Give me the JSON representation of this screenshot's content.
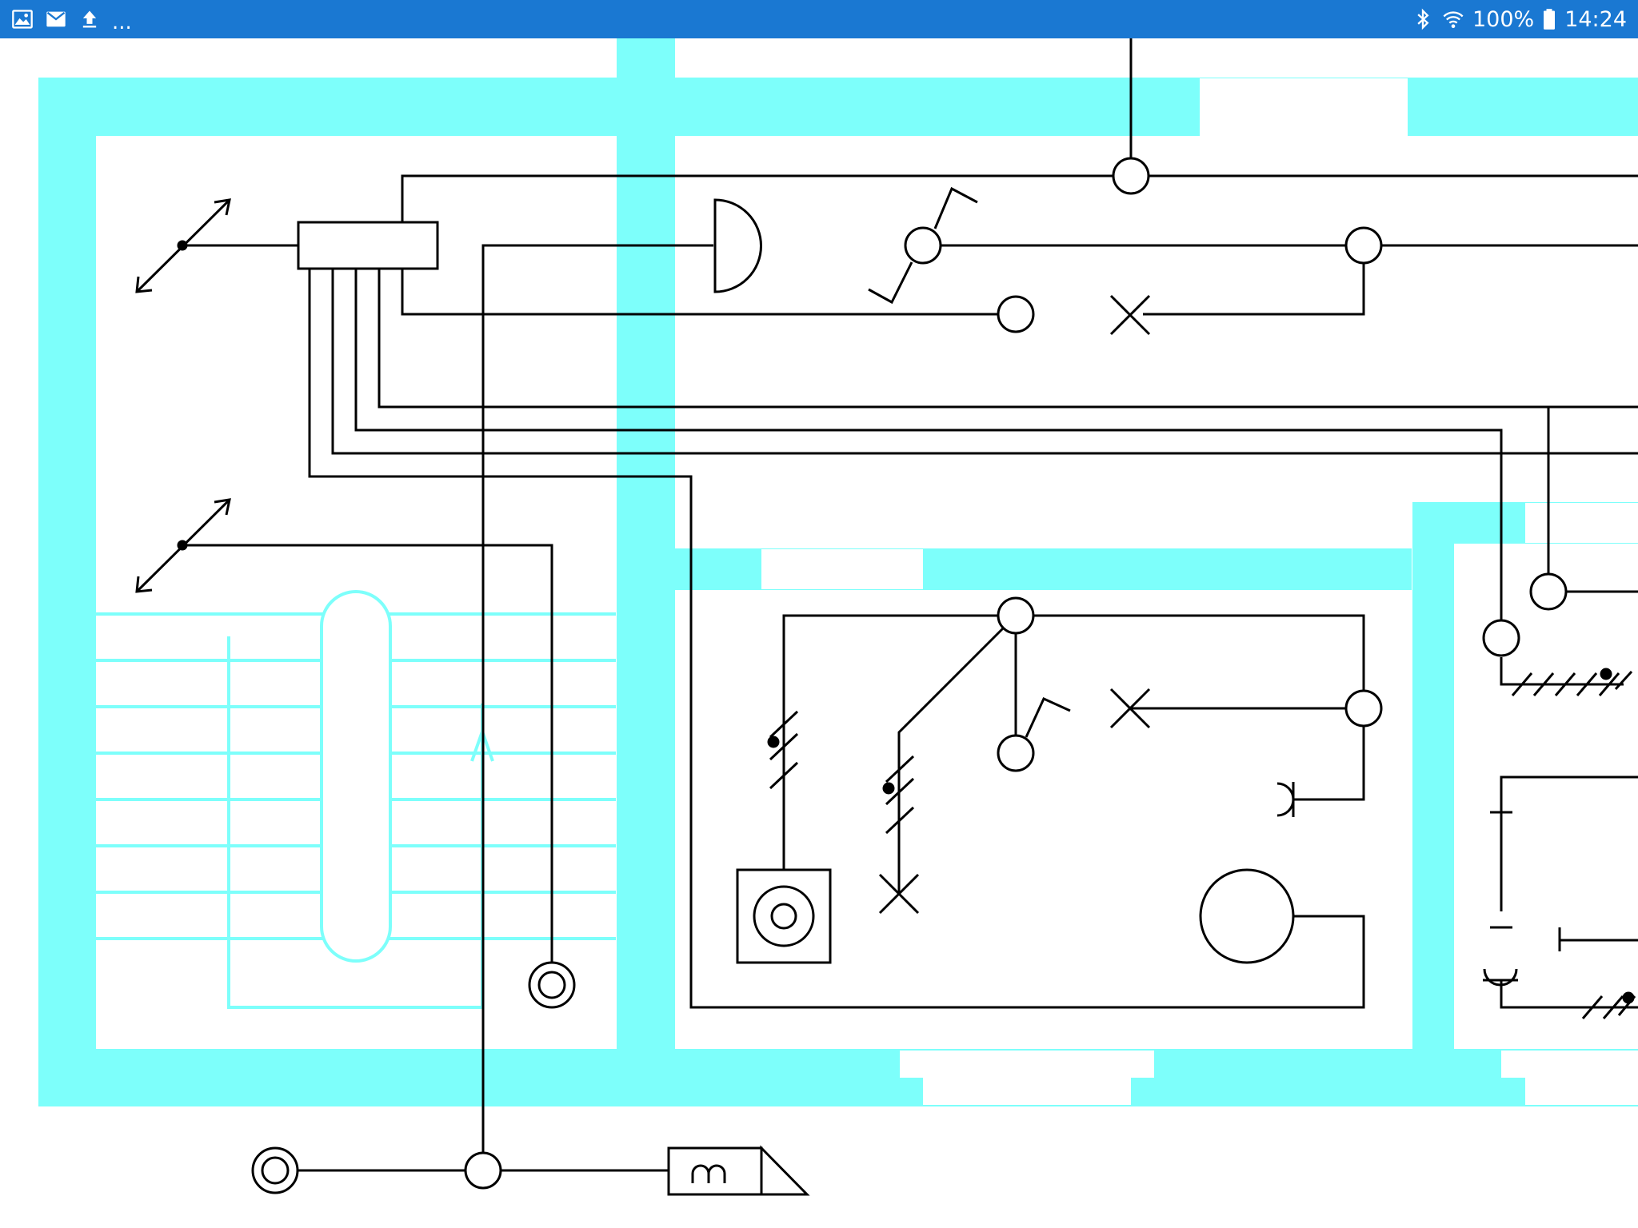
{
  "status_bar": {
    "left_icons": [
      "gallery-icon",
      "mail-icon",
      "upload-icon"
    ],
    "overflow": "...",
    "battery": "100%",
    "time": "14:24",
    "right_icons": [
      "bluetooth-icon",
      "wifi-icon",
      "battery-icon"
    ]
  },
  "colors": {
    "status_bar": "#1a78d2",
    "wall": "#7dfffb",
    "line": "#000000",
    "background": "#ffffff"
  },
  "diagram": {
    "kind": "electrical floor plan",
    "symbols": [
      "junction-box",
      "lamp",
      "switch",
      "socket",
      "bell",
      "transformer",
      "staircase",
      "door-opening"
    ]
  }
}
